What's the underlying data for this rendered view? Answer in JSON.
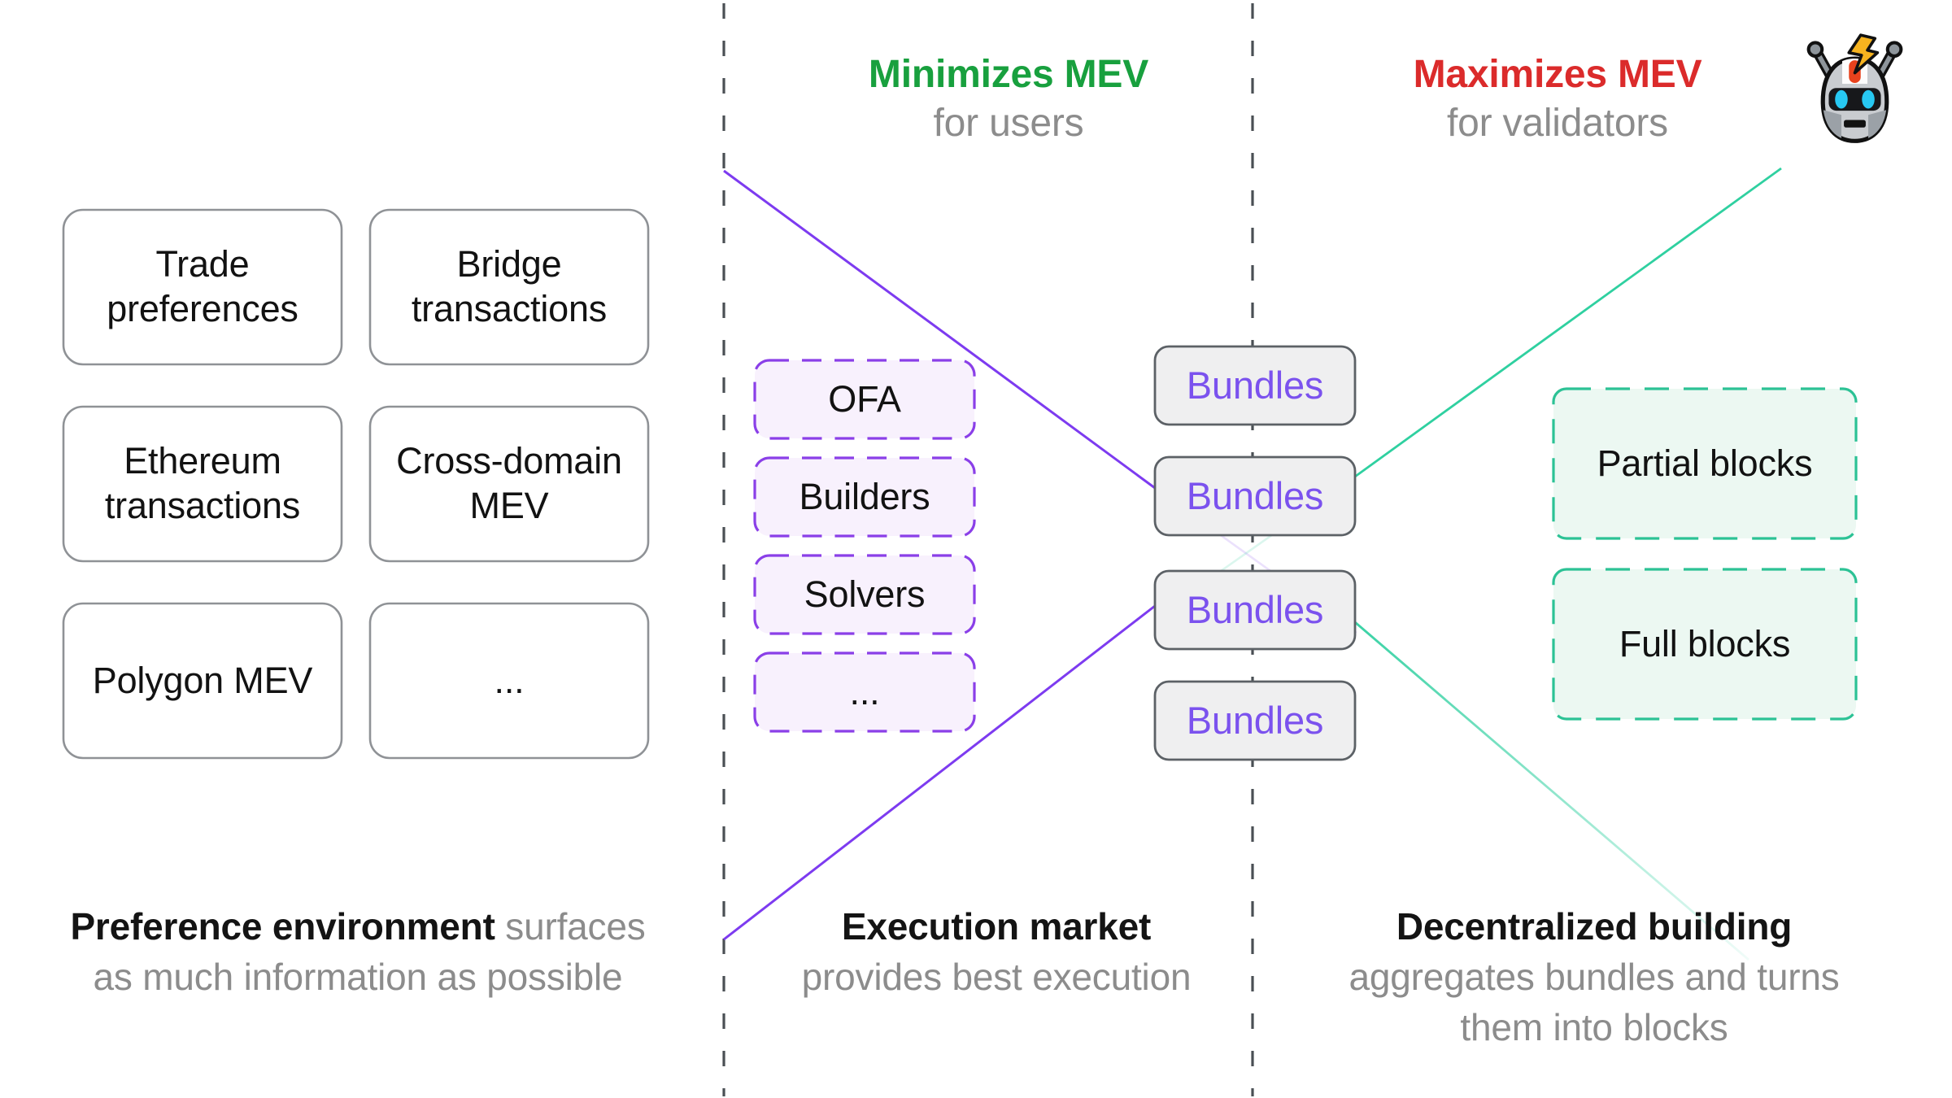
{
  "headers": {
    "minimizes": {
      "title": "Minimizes MEV",
      "subtitle": "for users"
    },
    "maximizes": {
      "title": "Maximizes MEV",
      "subtitle": "for validators"
    }
  },
  "preference_environment": {
    "boxes": [
      "Trade\npreferences",
      "Bridge\ntransactions",
      "Ethereum\ntransactions",
      "Cross-domain\nMEV",
      "Polygon MEV",
      "..."
    ],
    "caption": {
      "bold": "Preference environment",
      "line1_rest": " surfaces",
      "line2": "as much information as possible"
    }
  },
  "execution_market": {
    "actors": [
      "OFA",
      "Builders",
      "Solvers",
      "..."
    ],
    "bundles": [
      "Bundles",
      "Bundles",
      "Bundles",
      "Bundles"
    ],
    "caption": {
      "bold": "Execution market",
      "line2": "provides best execution"
    }
  },
  "decentralized_building": {
    "boxes": [
      "Partial blocks",
      "Full blocks"
    ],
    "caption": {
      "bold": "Decentralized building",
      "line2": "aggregates bundles and turns",
      "line3": "them into blocks"
    }
  },
  "icons": {
    "robot": "mev-bot-robot-icon"
  },
  "colors": {
    "minimize_green": "#18A03E",
    "maximize_red": "#DB2B2B",
    "muted_gray_text": "#8C8C8C",
    "purple_line": "#7D3BF0",
    "purple_box_border": "#8A3FE8",
    "purple_box_fill": "#F8F1FD",
    "bundle_text_purple": "#7B52EE",
    "bundle_fill": "#EFEFF0",
    "bundle_border": "#5C6166",
    "green_line": "#2FD0A0",
    "mint_box_border": "#2CC295",
    "mint_box_fill": "#ECF8F2",
    "white_box_border": "#8F9296",
    "divider_gray": "#4A4F54"
  }
}
